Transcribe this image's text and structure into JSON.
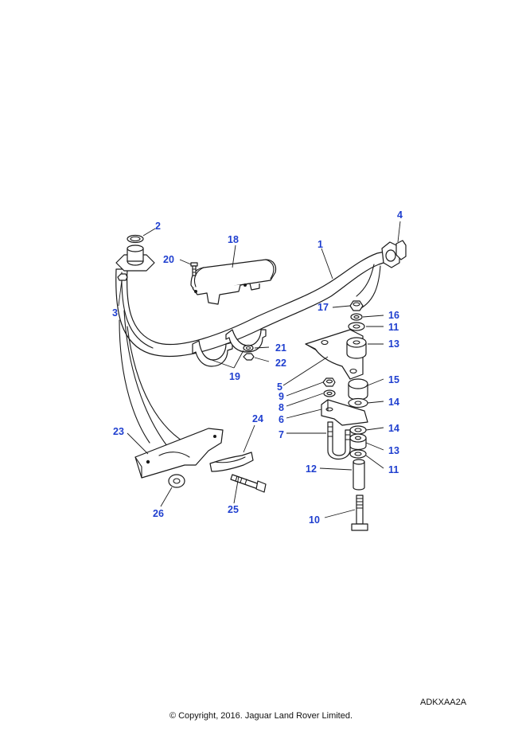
{
  "diagram": {
    "callouts": [
      {
        "id": "1",
        "text": "1"
      },
      {
        "id": "2",
        "text": "2"
      },
      {
        "id": "3",
        "text": "3"
      },
      {
        "id": "4",
        "text": "4"
      },
      {
        "id": "5",
        "text": "5"
      },
      {
        "id": "6",
        "text": "6"
      },
      {
        "id": "7",
        "text": "7"
      },
      {
        "id": "8",
        "text": "8"
      },
      {
        "id": "9",
        "text": "9"
      },
      {
        "id": "10",
        "text": "10"
      },
      {
        "id": "11a",
        "text": "11"
      },
      {
        "id": "11b",
        "text": "11"
      },
      {
        "id": "12",
        "text": "12"
      },
      {
        "id": "13a",
        "text": "13"
      },
      {
        "id": "13b",
        "text": "13"
      },
      {
        "id": "14a",
        "text": "14"
      },
      {
        "id": "14b",
        "text": "14"
      },
      {
        "id": "15",
        "text": "15"
      },
      {
        "id": "16",
        "text": "16"
      },
      {
        "id": "17",
        "text": "17"
      },
      {
        "id": "18",
        "text": "18"
      },
      {
        "id": "19",
        "text": "19"
      },
      {
        "id": "20",
        "text": "20"
      },
      {
        "id": "21",
        "text": "21"
      },
      {
        "id": "22",
        "text": "22"
      },
      {
        "id": "23",
        "text": "23"
      },
      {
        "id": "24",
        "text": "24"
      },
      {
        "id": "25",
        "text": "25"
      },
      {
        "id": "26",
        "text": "26"
      }
    ]
  },
  "footer": {
    "code": "ADKXAA2A",
    "copyright": "© Copyright, 2016. Jaguar Land Rover Limited."
  }
}
